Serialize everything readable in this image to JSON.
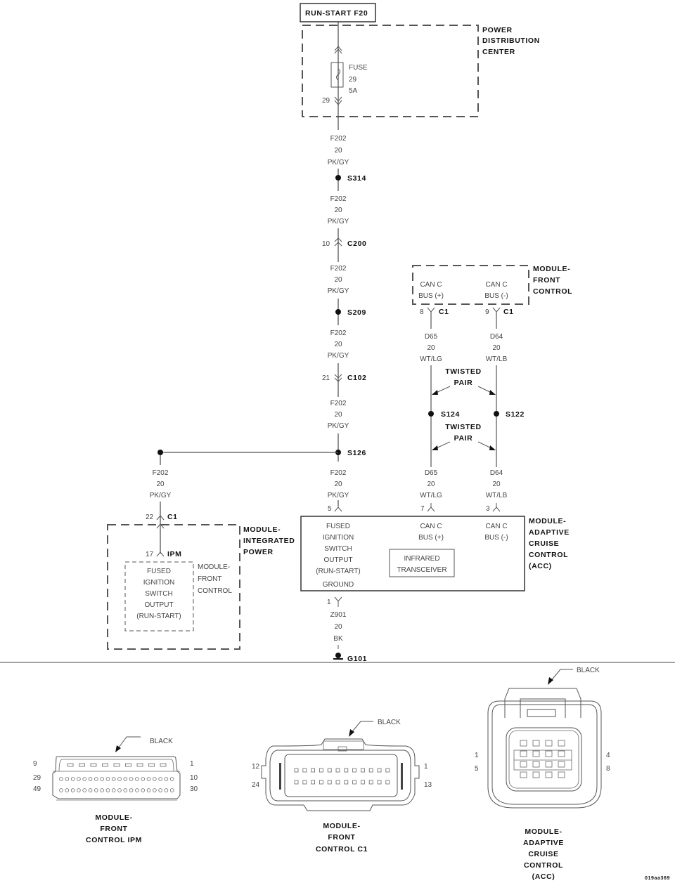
{
  "title_box": "RUN-START F20",
  "pdc": {
    "label": [
      "POWER",
      "DISTRIBUTION",
      "CENTER"
    ],
    "fuse": [
      "FUSE",
      "29",
      "5A"
    ],
    "cavity": "29"
  },
  "wire_f202": {
    "circuit": "F202",
    "gauge": "20",
    "color": "PK/GY"
  },
  "splices": {
    "s314": "S314",
    "s209": "S209",
    "s126": "S126",
    "s124": "S124",
    "s122": "S122"
  },
  "connectors": {
    "c200": {
      "name": "C200",
      "pin": "10"
    },
    "c102": {
      "name": "C102",
      "pin": "21"
    },
    "fcm_c1_plus": {
      "name": "C1",
      "pin": "8"
    },
    "fcm_c1_minus": {
      "name": "C1",
      "pin": "9"
    },
    "acc_pin5": "5",
    "acc_pin7": "7",
    "acc_pin3": "3",
    "acc_pin1": "1",
    "tipm_c1": {
      "name": "C1",
      "pin": "22"
    },
    "ipm": {
      "name": "IPM",
      "pin": "17"
    }
  },
  "module_front_control": {
    "label": [
      "MODULE-",
      "FRONT",
      "CONTROL"
    ],
    "can_plus": [
      "CAN C",
      "BUS (+)"
    ],
    "can_minus": [
      "CAN C",
      "BUS (-)"
    ]
  },
  "wire_d65": {
    "circuit": "D65",
    "gauge": "20",
    "color": "WT/LG"
  },
  "wire_d64": {
    "circuit": "D64",
    "gauge": "20",
    "color": "WT/LB"
  },
  "twisted_pair": [
    "TWISTED",
    "PAIR"
  ],
  "acc_module": {
    "label": [
      "MODULE-",
      "ADAPTIVE",
      "CRUISE",
      "CONTROL",
      "(ACC)"
    ],
    "fused": [
      "FUSED",
      "IGNITION",
      "SWITCH",
      "OUTPUT",
      "(RUN-START)"
    ],
    "ground": "GROUND",
    "can_plus": [
      "CAN C",
      "BUS (+)"
    ],
    "can_minus": [
      "CAN C",
      "BUS (-)"
    ],
    "infrared": [
      "INFRARED",
      "TRANSCEIVER"
    ]
  },
  "integrated_power": {
    "label": [
      "MODULE-",
      "INTEGRATED",
      "POWER"
    ],
    "inner_label": [
      "MODULE-",
      "FRONT",
      "CONTROL"
    ],
    "fused": [
      "FUSED",
      "IGNITION",
      "SWITCH",
      "OUTPUT",
      "(RUN-START)"
    ]
  },
  "wire_z901": {
    "circuit": "Z901",
    "gauge": "20",
    "color": "BK"
  },
  "ground": "G101",
  "views": {
    "ipm": {
      "color": "BLACK",
      "pins": {
        "tl": "9",
        "tr": "1",
        "ml": "29",
        "mr": "10",
        "bl": "49",
        "br": "30"
      },
      "caption": [
        "MODULE-",
        "FRONT",
        "CONTROL IPM"
      ]
    },
    "c1": {
      "color": "BLACK",
      "pins": {
        "tl": "12",
        "tr": "1",
        "bl": "24",
        "br": "13"
      },
      "caption": [
        "MODULE-",
        "FRONT",
        "CONTROL C1"
      ]
    },
    "acc": {
      "color": "BLACK",
      "pins": {
        "tl": "1",
        "tr": "4",
        "bl": "5",
        "br": "8"
      },
      "caption": [
        "MODULE-",
        "ADAPTIVE",
        "CRUISE",
        "CONTROL",
        "(ACC)"
      ]
    }
  },
  "figure_id": "019aa369"
}
